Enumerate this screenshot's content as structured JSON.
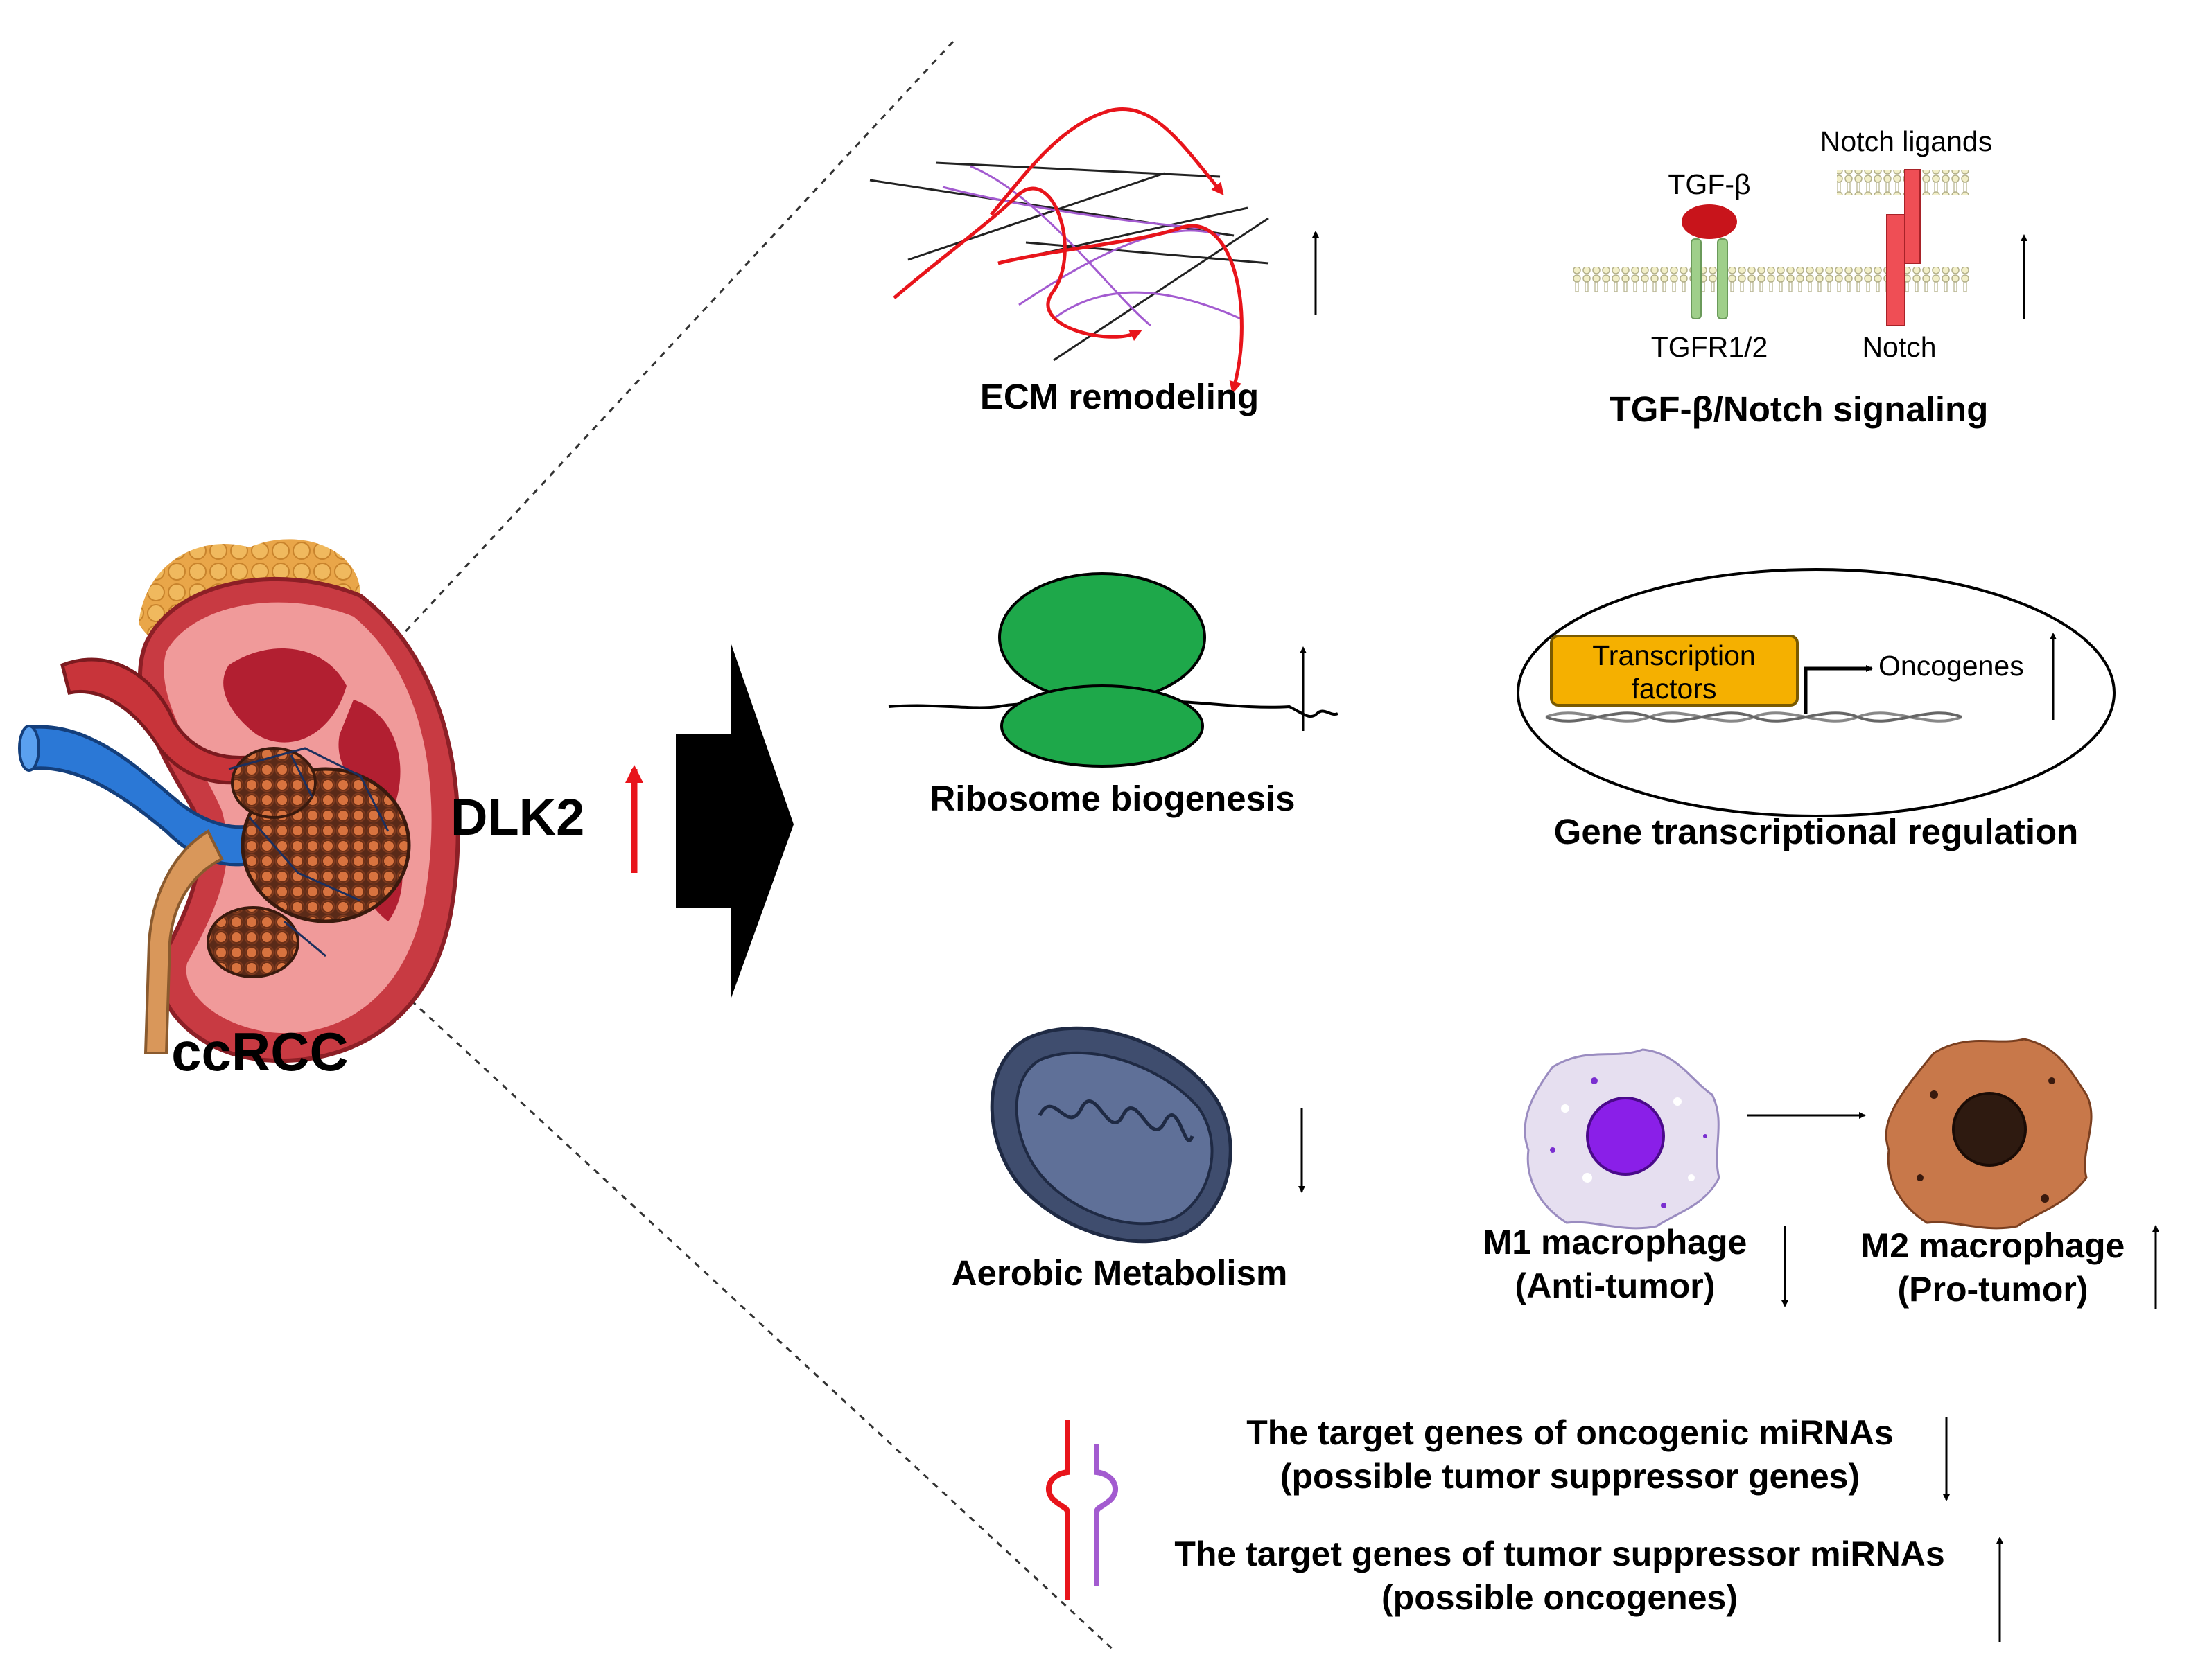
{
  "left": {
    "label": "ccRCC",
    "marker": "DLK2"
  },
  "ecm": {
    "label": "ECM remodeling"
  },
  "tgf": {
    "label": "TGF-β/Notch signaling",
    "tgf_ligand": "TGF-β",
    "notch_ligands": "Notch ligands",
    "receptor": "TGFR1/2",
    "notch": "Notch"
  },
  "ribosome": {
    "label": "Ribosome biogenesis"
  },
  "gene": {
    "label": "Gene transcriptional regulation",
    "tf_line1": "Transcription",
    "tf_line2": "factors",
    "target": "Oncogenes"
  },
  "aerobic": {
    "label": "Aerobic Metabolism"
  },
  "m1": {
    "line1": "M1 macrophage",
    "line2": "(Anti-tumor)"
  },
  "m2": {
    "line1": "M2 macrophage",
    "line2": "(Pro-tumor)"
  },
  "mirna": {
    "onco_line1": "The target genes of oncogenic miRNAs",
    "onco_line2": "(possible tumor suppressor genes)",
    "supp_line1": "The target genes of tumor suppressor miRNAs",
    "supp_line2": "(possible oncogenes)"
  },
  "colors": {
    "red": "#e8141b",
    "green": "#1ea84a",
    "purple": "#a35bd0",
    "orange": "#f5b000",
    "navy": "#4a5878",
    "blue_vein": "#1f6fd1"
  }
}
